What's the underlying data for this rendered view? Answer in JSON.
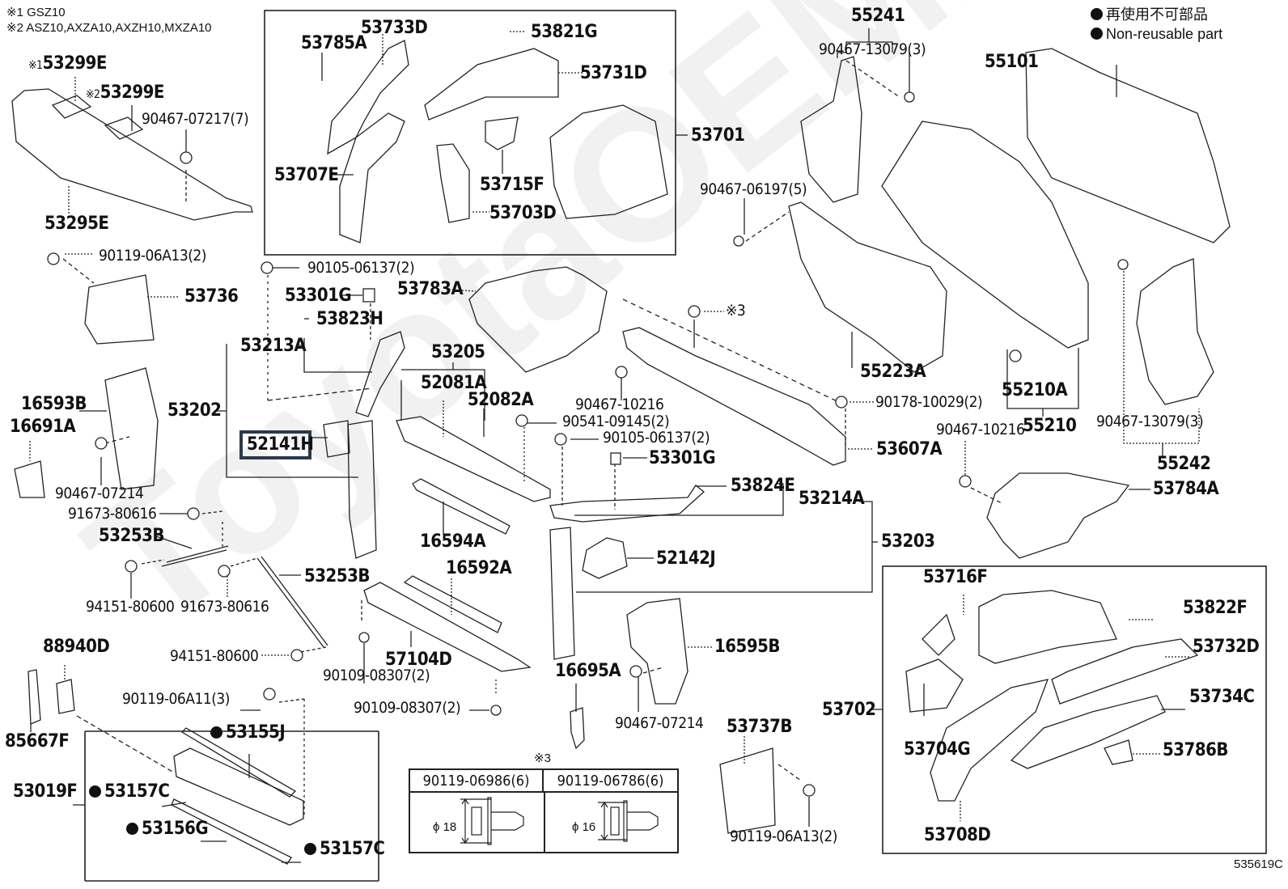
{
  "diagram": {
    "title_notes": [
      {
        "mark": "※1",
        "text": "GSZ10"
      },
      {
        "mark": "※2",
        "text": "ASZ10,AXZA10,AXZH10,MXZA10"
      }
    ],
    "legend": [
      {
        "symbol": "filled-circle",
        "text": "再使用不可部品"
      },
      {
        "symbol": "filled-circle",
        "text": "Non-reusable part"
      }
    ],
    "figure_code": "535619C",
    "watermark": "ToyotaOEMParts",
    "highlighted_part": "52141H",
    "colors": {
      "line": "#111111",
      "highlight_border": "#2b3a4a",
      "watermark": "#f1f1f1"
    },
    "labels": {
      "p53299E_1": {
        "prefix": "※1",
        "num": "53299E"
      },
      "p53299E_2": {
        "prefix": "※2",
        "num": "53299E"
      },
      "p90467_07217": "90467-07217(7)",
      "p53295E": "53295E",
      "p53785A": "53785A",
      "p53733D": "53733D",
      "p53821G": "53821G",
      "p53731D": "53731D",
      "p53701": "53701",
      "p53707E": "53707E",
      "p53715F": "53715F",
      "p53703D": "53703D",
      "p55241": "55241",
      "p90467_13079_a": "90467-13079(3)",
      "p55101": "55101",
      "p90467_06197": "90467-06197(5)",
      "p90119_06A13_a": "90119-06A13(2)",
      "p53736": "53736",
      "p90105_06137_a": "90105-06137(2)",
      "p53301G_a": "53301G",
      "p53783A": "53783A",
      "p53823H": "53823H",
      "p53213A": "53213A",
      "p53205": "53205",
      "p52081A": "52081A",
      "p52082A": "52082A",
      "p16593B": "16593B",
      "p16691A": "16691A",
      "p53202": "53202",
      "p52141H": "52141H",
      "p90467_07214_a": "90467-07214",
      "p90467_10216_a": "90467-10216",
      "p90541_09145": "90541-09145(2)",
      "p90105_06137_b": "90105-06137(2)",
      "p53301G_b": "53301G",
      "p55223A": "55223A",
      "p_x3_bolt": "※3",
      "p90178_10029": "90178-10029(2)",
      "p53607A": "53607A",
      "p55210A": "55210A",
      "p55210": "55210",
      "p90467_10216_b": "90467-10216",
      "p90467_13079_b": "90467-13079(3)",
      "p55242": "55242",
      "p53784A": "53784A",
      "p91673_80616_a": "91673-80616",
      "p53253B_a": "53253B",
      "p16594A": "16594A",
      "p53824E": "53824E",
      "p53214A": "53214A",
      "p53203": "53203",
      "p52142J": "52142J",
      "p94151_80600_a": "94151-80600",
      "p91673_80616_b": "91673-80616",
      "p53253B_b": "53253B",
      "p16592A": "16592A",
      "p53716F": "53716F",
      "p53822F": "53822F",
      "p53732D": "53732D",
      "p88940D": "88940D",
      "p57104D": "57104D",
      "p94151_80600_b": "94151-80600",
      "p90109_08307_a": "90109-08307(2)",
      "p16695A": "16695A",
      "p16595B": "16595B",
      "p90119_06A11": "90119-06A11(3)",
      "p90109_08307_b": "90109-08307(2)",
      "p90467_07214_b": "90467-07214",
      "p53702": "53702",
      "p53734C": "53734C",
      "p85667F": "85667F",
      "p53155J": "53155J",
      "p53737B": "53737B",
      "p53704G": "53704G",
      "p53019F": "53019F",
      "p53157C_a": "53157C",
      "p53786B": "53786B",
      "p53156G": "53156G",
      "p53157C_b": "53157C",
      "p90119_06A13_b": "90119-06A13(2)",
      "p53708D": "53708D"
    },
    "fastener_table": {
      "ref_mark": "※3",
      "columns": [
        {
          "part": "90119-06986(6)",
          "diameter": "ϕ 18"
        },
        {
          "part": "90119-06786(6)",
          "diameter": "ϕ 16"
        }
      ]
    }
  }
}
